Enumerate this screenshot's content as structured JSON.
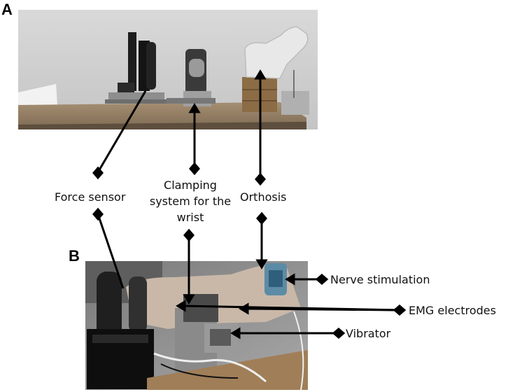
{
  "panels": {
    "a": {
      "letter": "A"
    },
    "b": {
      "letter": "B"
    }
  },
  "labels": {
    "force_sensor": "Force sensor",
    "clamping_line1": "Clamping",
    "clamping_line2": "system for the",
    "clamping_line3": "wrist",
    "orthosis": "Orthosis",
    "nerve_stimulation": "Nerve stimulation",
    "emg_electrodes": "EMG electrodes",
    "vibrator": "Vibrator"
  },
  "colors": {
    "line": "#000000",
    "photo_bg": "#c9c9c9"
  }
}
